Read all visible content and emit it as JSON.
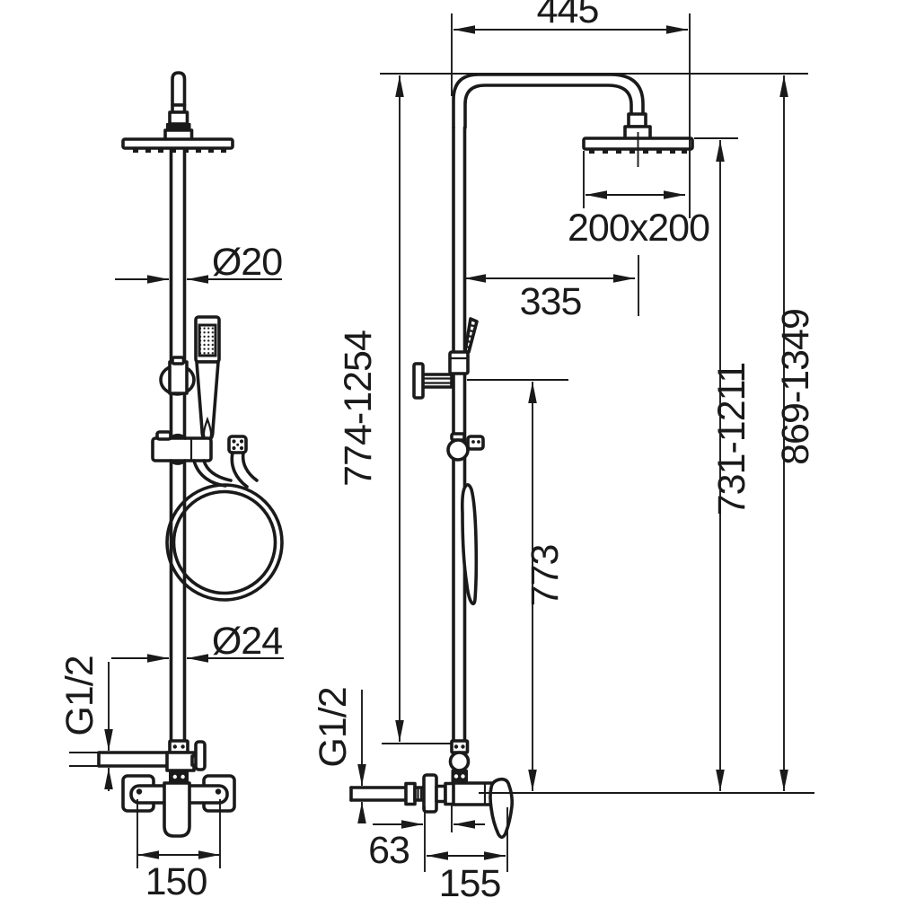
{
  "page": {
    "background": "#ffffff",
    "line_color": "#1a1a1a"
  },
  "drawing": {
    "type": "technical-dimension-drawing",
    "subject": "shower column with rain head, hand shower and wall-mounted mixer, front and side views",
    "front_view": {
      "upper_pipe_diameter": "Ø20",
      "lower_pipe_diameter": "Ø24",
      "inlet_thread": "G1/2",
      "mixer_width": "150"
    },
    "side_view": {
      "arm_reach": "445",
      "head_size": "200x200",
      "head_offset": "335",
      "riser_height_range": "774-1254",
      "head_height_range": "731-1211",
      "overall_height_range": "869-1349",
      "bracket_height": "773",
      "inlet_thread": "G1/2",
      "wall_to_riser_offset": "63",
      "mixer_depth": "155"
    }
  }
}
